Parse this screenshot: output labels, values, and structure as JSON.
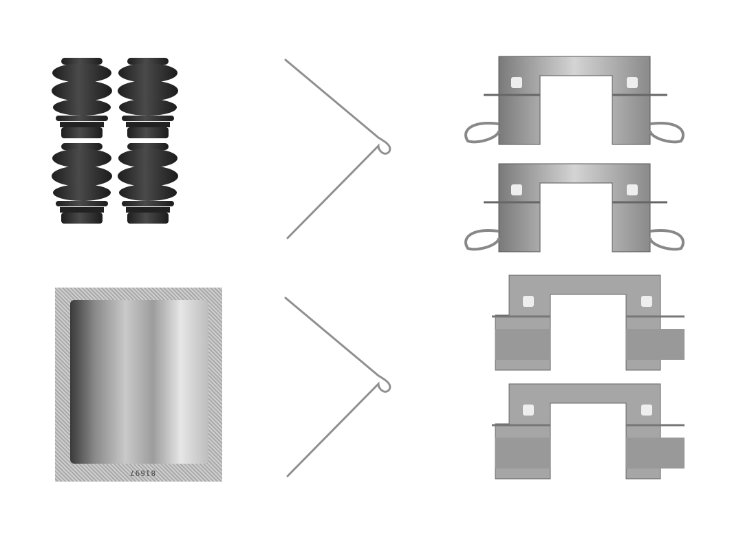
{
  "scene": {
    "description": "Brake pad fitting/accessory kit product photo on white background",
    "background": "#ffffff",
    "components": [
      {
        "name": "rubber-guide-bush-boots",
        "count": 4,
        "color": "#2b2b2b"
      },
      {
        "name": "wire-springs",
        "count": 2,
        "color": "#9a9a9a"
      },
      {
        "name": "pad-retaining-clips-with-springs",
        "count": 2,
        "color": "#a8a8a8"
      },
      {
        "name": "pad-retaining-clips",
        "count": 2,
        "color": "#a4a4a4"
      },
      {
        "name": "grease-sachet",
        "count": 1,
        "color": "#b8b8b8"
      }
    ],
    "packet_text": "81697"
  }
}
